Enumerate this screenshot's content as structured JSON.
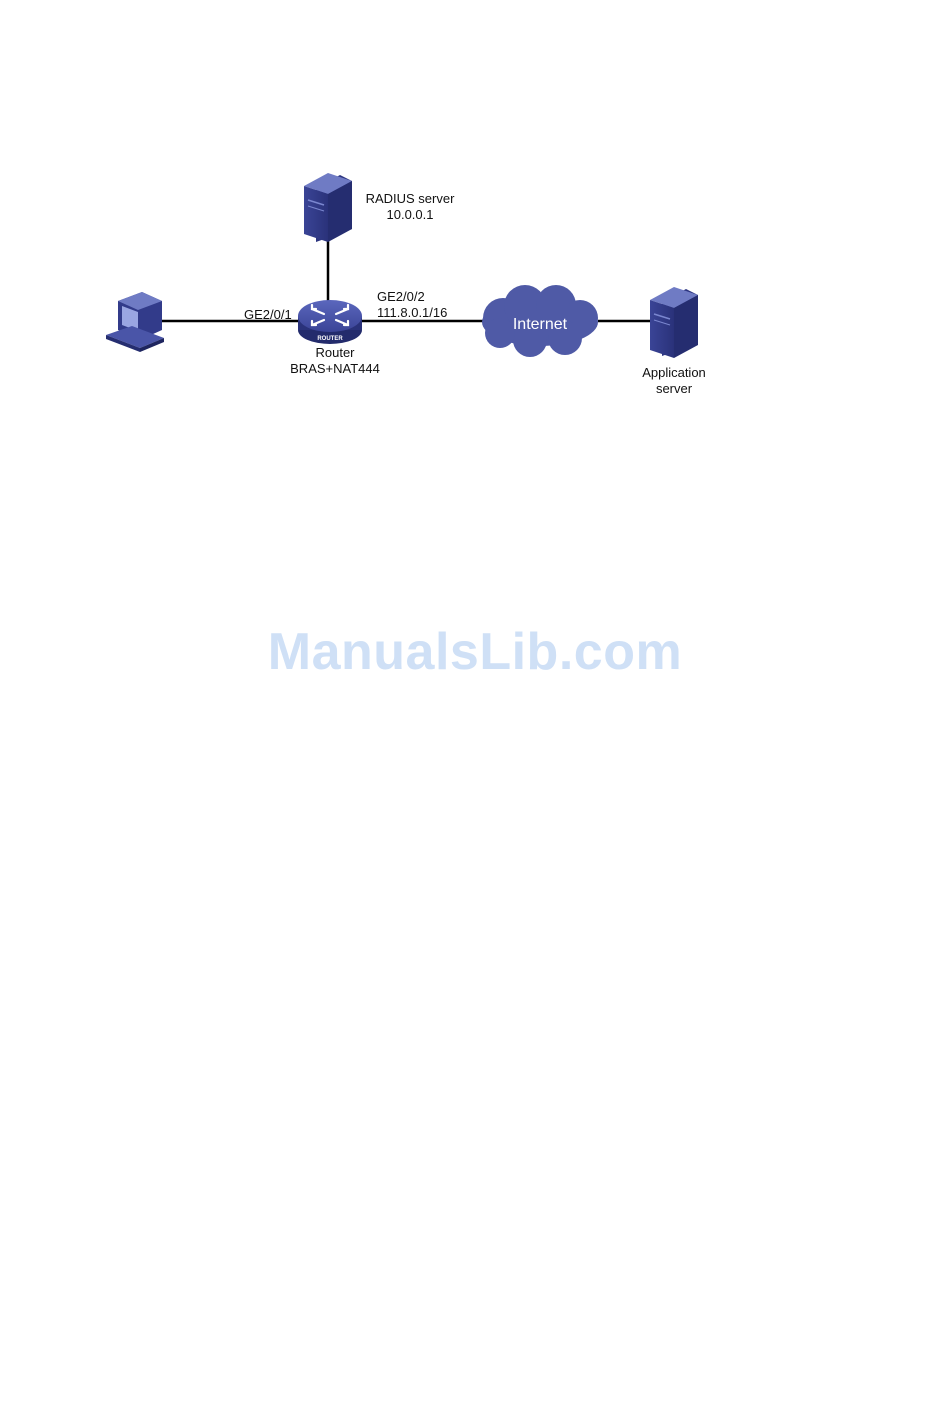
{
  "nodes": {
    "radius": {
      "name": "RADIUS server",
      "ip": "10.0.0.1",
      "icon": "server-icon"
    },
    "router": {
      "name": "Router",
      "role": "BRAS+NAT444",
      "badge": "ROUTER",
      "icon": "router-icon"
    },
    "internet": {
      "name": "Internet",
      "icon": "cloud-icon"
    },
    "app_server": {
      "name_line1": "Application",
      "name_line2": "server",
      "icon": "server-icon"
    },
    "host": {
      "icon": "computer-icon"
    }
  },
  "interfaces": {
    "ge1": "GE2/0/1",
    "ge2": "GE2/0/2",
    "ge2_ip": "111.8.0.1/16"
  },
  "watermark": "ManualsLib.com",
  "colors": {
    "device_blue": "#3f4a9e",
    "cloud_blue": "#4f5aa6",
    "watermark": "#cfe0f6"
  }
}
